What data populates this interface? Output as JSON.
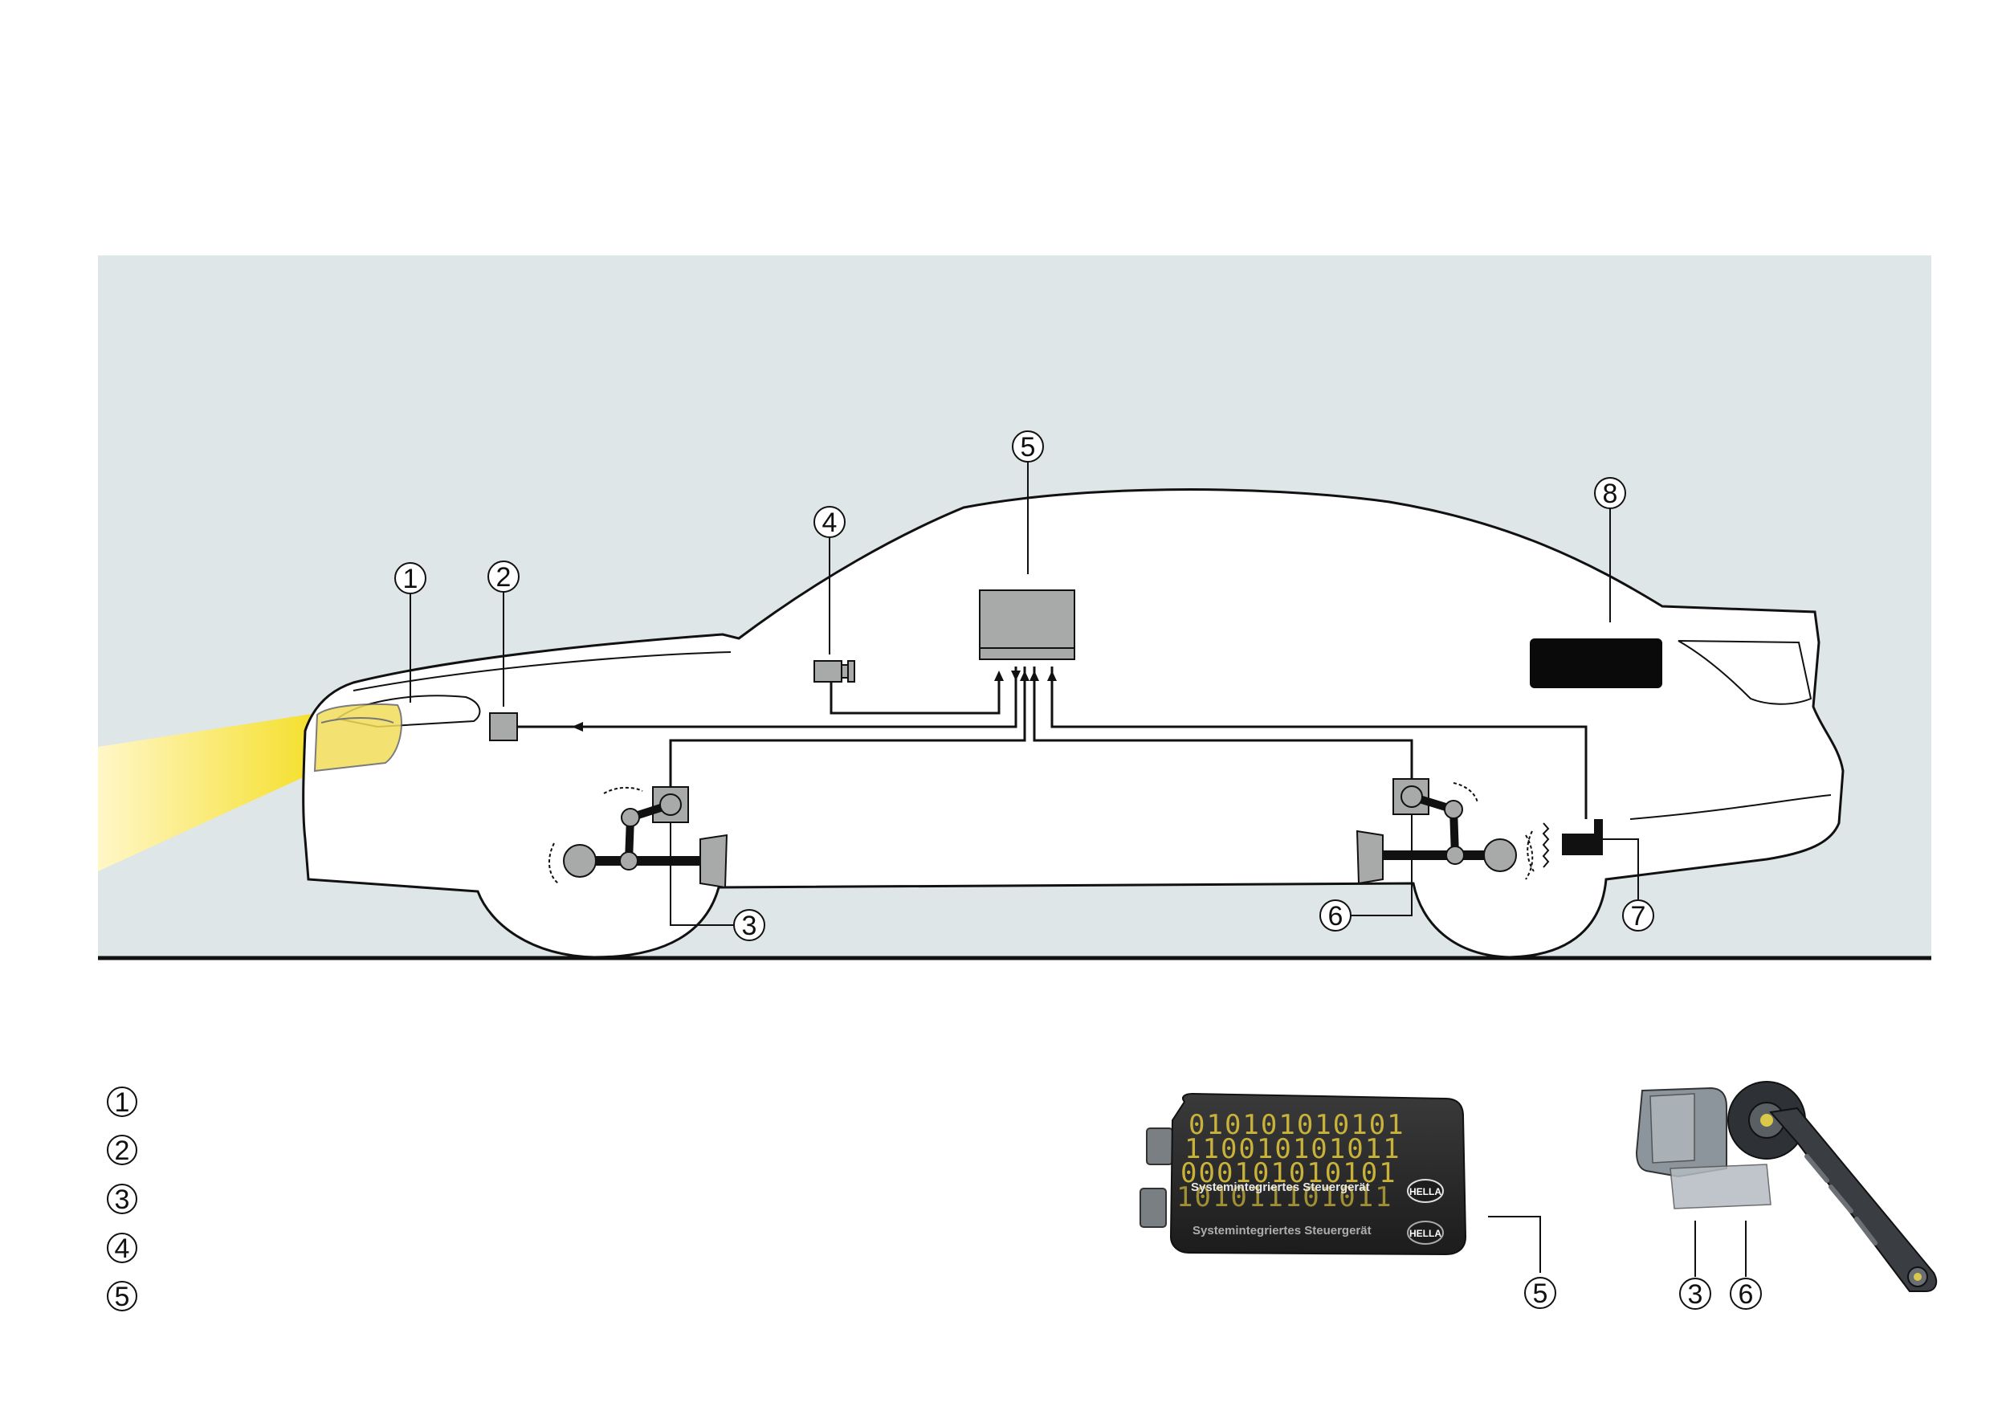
{
  "callouts": {
    "c1": "1",
    "c2": "2",
    "c3": "3",
    "c4": "4",
    "c5": "5",
    "c6": "6",
    "c7": "7",
    "c8": "8"
  },
  "legend": {
    "l1": "1",
    "l2": "2",
    "l3": "3",
    "l4": "4",
    "l5": "5"
  },
  "product_callouts": {
    "ecu": "5",
    "sensor_a": "3",
    "sensor_b": "6"
  },
  "ecu_product": {
    "binary_lines": [
      "010101010101",
      "110010101011",
      "000101010101",
      "101011101011"
    ],
    "label_top": "Systemintegriertes Steuergerät",
    "label_bottom": "Systemintegriertes Steuergerät",
    "logo": "HELLA"
  },
  "colors": {
    "panel_bg": "#dfe6e7",
    "module_grey": "#a8a9a9",
    "beam": "#f6e23a"
  }
}
